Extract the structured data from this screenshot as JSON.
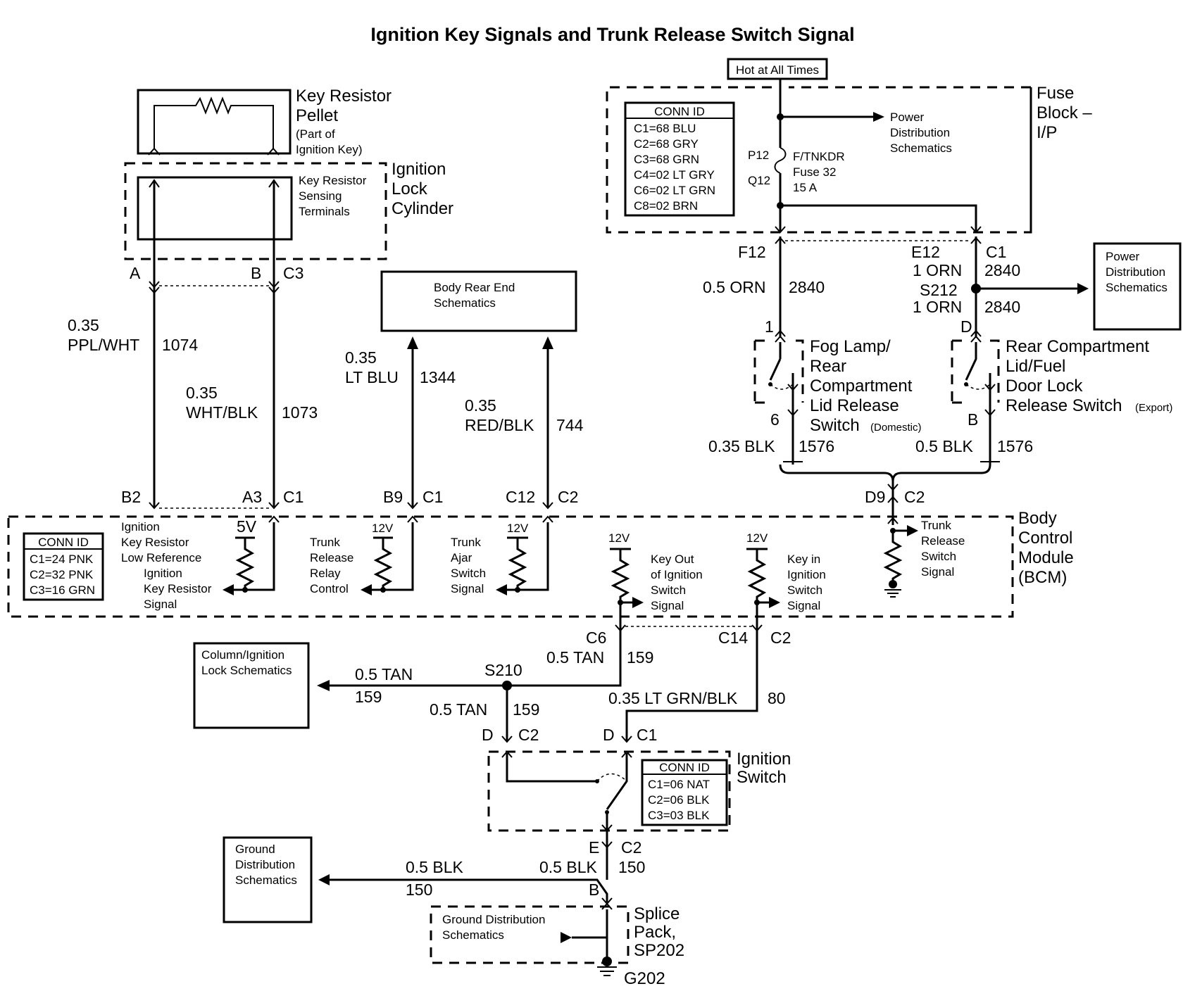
{
  "title": "Ignition Key Signals and Trunk Release Switch Signal",
  "hot_label": "Hot at All Times",
  "key_pellet": {
    "lines": [
      "Key Resistor",
      "Pellet",
      "(Part of",
      "Ignition Key)"
    ]
  },
  "lock_cylinder": {
    "name": [
      "Ignition",
      "Lock",
      "Cylinder"
    ],
    "terminals": [
      "Key Resistor",
      "Sensing",
      "Terminals"
    ],
    "pin_a": "A",
    "pin_b": "B",
    "conn": "C3"
  },
  "wires": {
    "w1074": {
      "gauge": "0.35",
      "color": "PPL/WHT",
      "num": "1074"
    },
    "w1073": {
      "gauge": "0.35",
      "color": "WHT/BLK",
      "num": "1073"
    },
    "w1344": {
      "gauge": "0.35",
      "color": "LT BLU",
      "num": "1344"
    },
    "w744": {
      "gauge": "0.35",
      "color": "RED/BLK",
      "num": "744"
    },
    "w2840_f": {
      "spec": "0.5 ORN",
      "num": "2840"
    },
    "w2840_e_top": {
      "spec": "1 ORN",
      "num": "2840"
    },
    "w2840_e_bot": {
      "spec": "1 ORN",
      "num": "2840"
    },
    "w1576_l": {
      "spec": "0.35 BLK",
      "num": "1576"
    },
    "w1576_r": {
      "spec": "0.5 BLK",
      "num": "1576"
    },
    "w159_c6": {
      "spec": "0.5 TAN",
      "num": "159"
    },
    "w159_left": {
      "spec": "0.5 TAN",
      "num": "159"
    },
    "w159_down": {
      "spec": "0.5 TAN",
      "num": "159"
    },
    "w80": {
      "spec": "0.35 LT GRN/BLK",
      "num": "80"
    },
    "w150_left": {
      "spec": "0.5 BLK",
      "num": "150"
    },
    "w150_right": {
      "spec": "0.5 BLK",
      "num": "150"
    }
  },
  "body_rear": {
    "lines": [
      "Body Rear End",
      "Schematics"
    ]
  },
  "fuse_block": {
    "name": [
      "Fuse",
      "Block –",
      "I/P"
    ],
    "conn_id_title": "CONN ID",
    "conn_ids": [
      "C1=68 BLU",
      "C2=68 GRY",
      "C3=68 GRN",
      "C4=02 LT GRY",
      "C6=02 LT GRN",
      "C8=02 BRN"
    ],
    "power_dist": [
      "Power",
      "Distribution",
      "Schematics"
    ],
    "pin_p": "P12",
    "pin_q": "Q12",
    "fuse": [
      "F/TNKDR",
      "Fuse 32",
      "15 A"
    ],
    "pin_f": "F12",
    "pin_e": "E12",
    "conn_c1": "C1"
  },
  "splice_s212": "S212",
  "power_dist_box": {
    "lines": [
      "Power",
      "Distribution",
      "Schematics"
    ]
  },
  "fog_switch": {
    "pin_top": "1",
    "pin_bot": "6",
    "lines": [
      "Fog Lamp/",
      "Rear",
      "Compartment",
      "Lid Release",
      "Switch"
    ],
    "note": "(Domestic)"
  },
  "rear_switch": {
    "pin_top": "D",
    "pin_bot": "B",
    "lines": [
      "Rear Compartment",
      "Lid/Fuel",
      "Door Lock",
      "Release Switch"
    ],
    "note": "(Export)"
  },
  "bcm": {
    "name": [
      "Body",
      "Control",
      "Module",
      "(BCM)"
    ],
    "conn_id_title": "CONN ID",
    "conn_ids": [
      "C1=24 PNK",
      "C2=32 PNK",
      "C3=16 GRN"
    ],
    "pins": {
      "b2": "B2",
      "a3": "A3",
      "c1a": "C1",
      "b9": "B9",
      "c1b": "C1",
      "c12": "C12",
      "c2a": "C2",
      "d9": "D9",
      "c2b": "C2",
      "c6": "C6",
      "c14": "C14",
      "c2c": "C2"
    },
    "v5": "5V",
    "v12": "12V",
    "ign_ref": [
      "Ignition",
      "Key Resistor",
      "Low Reference"
    ],
    "ign_sig": [
      "Ignition",
      "Key Resistor",
      "Signal"
    ],
    "trunk_relay": [
      "Trunk",
      "Release",
      "Relay",
      "Control"
    ],
    "trunk_ajar": [
      "Trunk",
      "Ajar",
      "Switch",
      "Signal"
    ],
    "key_out": [
      "Key Out",
      "of Ignition",
      "Switch",
      "Signal"
    ],
    "key_in": [
      "Key in",
      "Ignition",
      "Switch",
      "Signal"
    ],
    "trunk_release": [
      "Trunk",
      "Release",
      "Switch",
      "Signal"
    ]
  },
  "column_box": {
    "lines": [
      "Column/Ignition",
      "Lock Schematics"
    ]
  },
  "splice_s210": "S210",
  "ign_switch": {
    "name": [
      "Ignition",
      "Switch"
    ],
    "pin_d1": "D",
    "conn_c2": "C2",
    "pin_d2": "D",
    "conn_c1": "C1",
    "pin_e": "E",
    "conn_c2b": "C2",
    "conn_id_title": "CONN ID",
    "conn_ids": [
      "C1=06 NAT",
      "C2=06 BLK",
      "C3=03 BLK"
    ]
  },
  "ground_box": {
    "lines": [
      "Ground",
      "Distribution",
      "Schematics"
    ]
  },
  "splice_pack": {
    "name": [
      "Splice",
      "Pack,",
      "SP202"
    ],
    "inner": [
      "Ground Distribution",
      "Schematics"
    ],
    "pin_b": "B"
  },
  "ground": "G202"
}
